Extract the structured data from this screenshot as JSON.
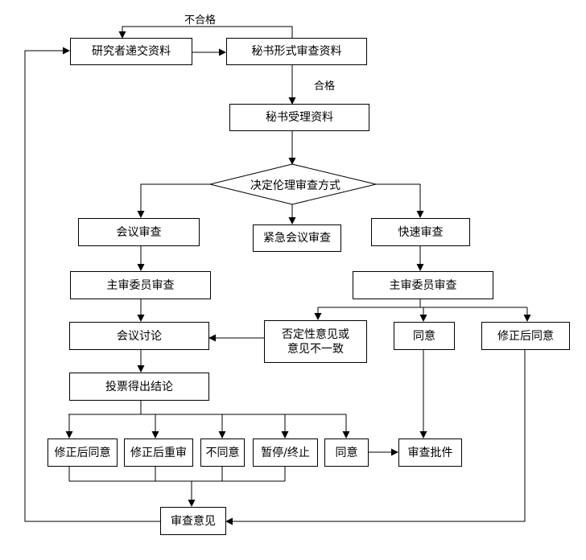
{
  "nodes": {
    "submit": "研究者递交资料",
    "formal_review": "秘书形式审查资料",
    "accept": "秘书受理资料",
    "decide": "决定伦理审查方式",
    "meeting_review": "会议审查",
    "emergency_review": "紧急会议审查",
    "fast_review": "快速审查",
    "chief_reviewer_left": "主审委员审查",
    "chief_reviewer_right": "主审委员审查",
    "meeting_discuss": "会议讨论",
    "negative_line1": "否定性意见或",
    "negative_line2": "意见不一致",
    "agree_fast": "同意",
    "modify_agree_fast": "修正后同意",
    "vote": "投票得出结论",
    "modify_agree": "修正后同意",
    "modify_review": "修正后重审",
    "disagree": "不同意",
    "suspend": "暂停/终止",
    "agree": "同意",
    "approve": "审查批件",
    "opinion": "审查意见"
  },
  "labels": {
    "fail": "不合格",
    "pass": "合格"
  }
}
